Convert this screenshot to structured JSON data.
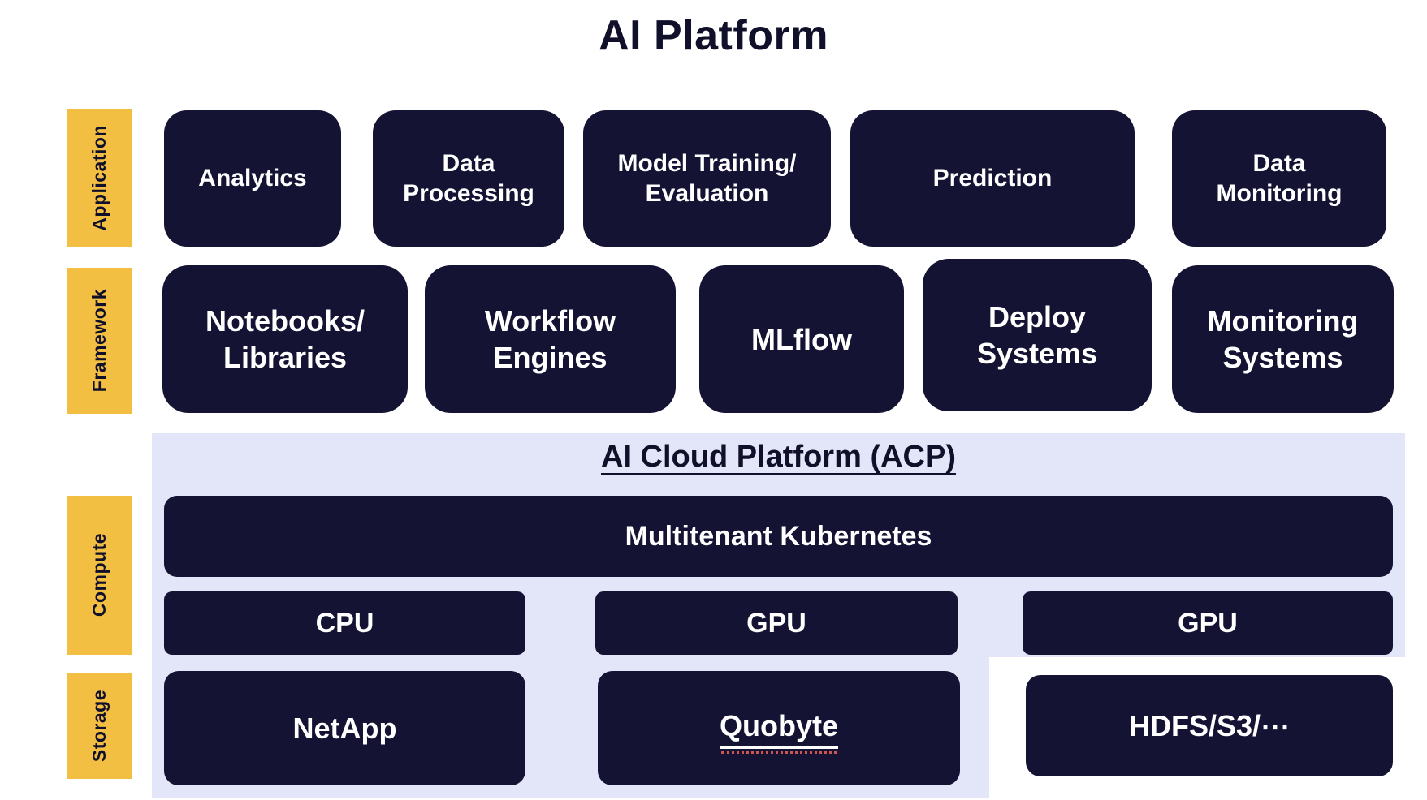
{
  "title": "AI Platform",
  "application": {
    "label": "Application",
    "items": [
      "Analytics",
      "Data\nProcessing",
      "Model Training/\nEvaluation",
      "Prediction",
      "Data\nMonitoring"
    ]
  },
  "framework": {
    "label": "Framework",
    "items": [
      "Notebooks/\nLibraries",
      "Workflow\nEngines",
      "MLflow",
      "Deploy\nSystems",
      "Monitoring\nSystems"
    ]
  },
  "acp": {
    "title": "AI Cloud Platform (ACP)",
    "kubernetes": "Multitenant Kubernetes"
  },
  "compute": {
    "label": "Compute",
    "items": [
      "CPU",
      "GPU",
      "GPU"
    ]
  },
  "storage": {
    "label": "Storage",
    "items": [
      "NetApp",
      "Quobyte",
      "HDFS/S3/⋯"
    ]
  },
  "colors": {
    "box_navy": "#141334",
    "layer_label_yellow": "#f2bf42",
    "acp_background": "#e3e6f8",
    "box_text": "#ffffff",
    "heading_text": "#10102a",
    "quobyte_squiggle": "#cf564f"
  }
}
